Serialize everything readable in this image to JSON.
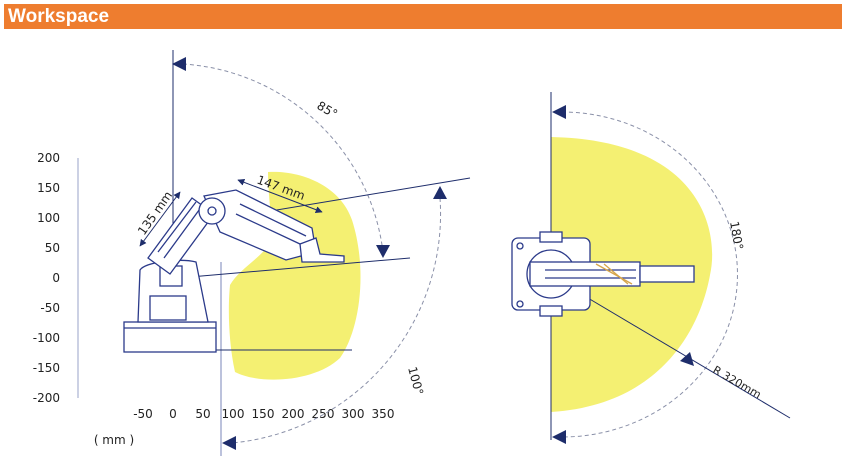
{
  "header": {
    "title": "Workspace"
  },
  "side_view": {
    "y_ticks": [
      "200",
      "150",
      "100",
      "50",
      "0",
      "-50",
      "-100",
      "-150",
      "-200"
    ],
    "x_ticks": [
      "-50",
      "0",
      "50",
      "100",
      "150",
      "200",
      "250",
      "300",
      "350"
    ],
    "unit_label": "( mm )",
    "arm_lower_label": "135 mm",
    "arm_upper_label": "147 mm",
    "angle_top_label": "85°",
    "angle_bottom_label": "100°"
  },
  "top_view": {
    "angle_label": "180°",
    "radius_label": "R 320mm"
  },
  "colors": {
    "header_bg": "#ee7d2f",
    "workspace_fill": "#f4f072",
    "dimension_blue": "#1e2d6b",
    "robot_line": "#2b3a8a"
  }
}
